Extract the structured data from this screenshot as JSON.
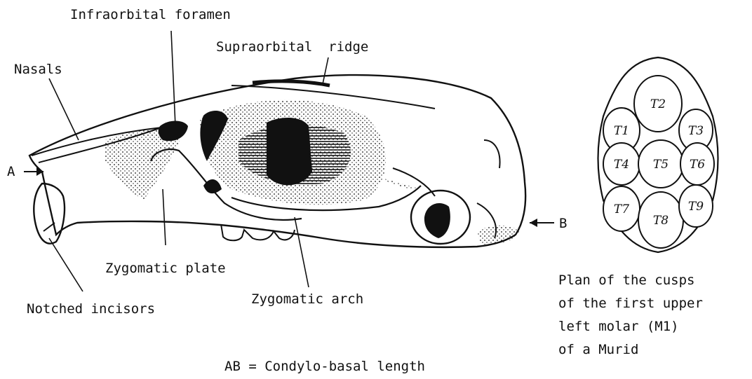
{
  "skull_labels": {
    "infraorbital_foramen": "Infraorbital foramen",
    "supraorbital_ridge": "Supraorbital  ridge",
    "nasals": "Nasals",
    "point_a": "A",
    "point_b": "B",
    "zygomatic_plate": "Zygomatic plate",
    "zygomatic_arch": "Zygomatic arch",
    "notched_incisors": "Notched incisors"
  },
  "footer": {
    "length_note": "AB = Condylo-basal length"
  },
  "molar": {
    "cusps": [
      "T1",
      "T2",
      "T3",
      "T4",
      "T5",
      "T6",
      "T7",
      "T8",
      "T9"
    ],
    "caption_lines": [
      "Plan of the cusps",
      "of the first upper",
      "left molar (M1)",
      "of a Murid"
    ]
  },
  "colors": {
    "ink": "#111111",
    "background": "#ffffff"
  }
}
